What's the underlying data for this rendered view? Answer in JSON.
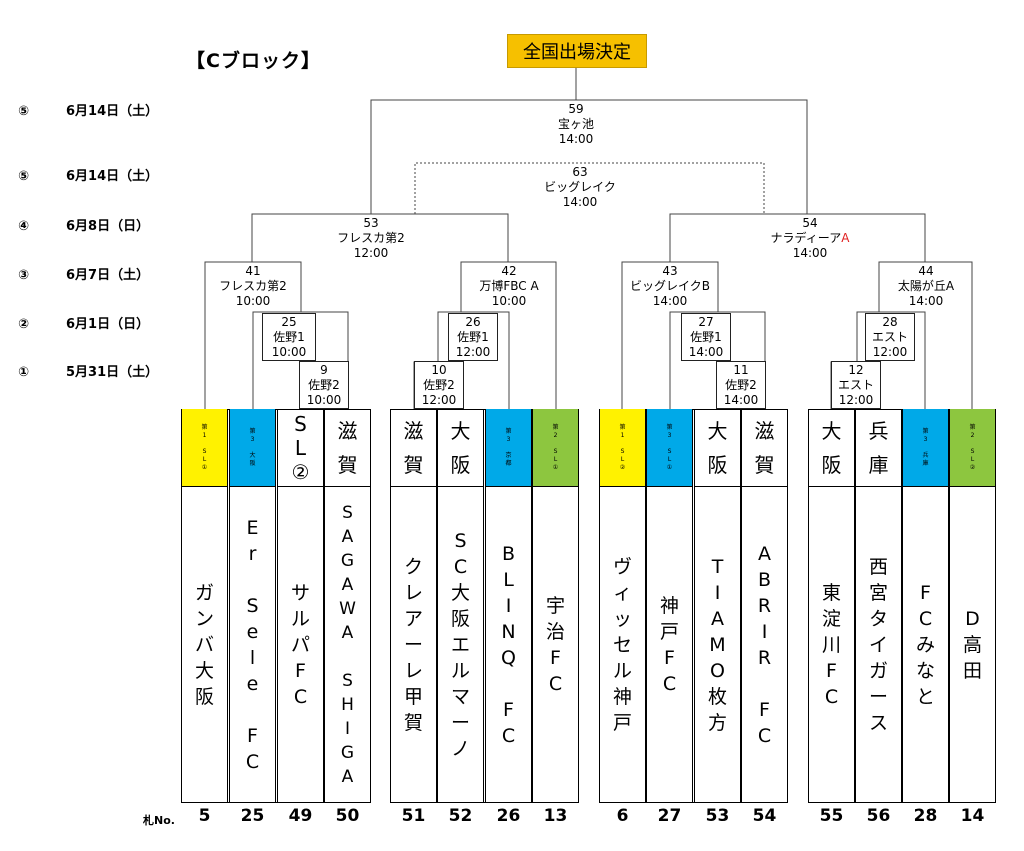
{
  "title": "【Cブロック】",
  "final_label": "全国出場決定",
  "dates": [
    {
      "num": "⑤",
      "label": "6月14日（土）"
    },
    {
      "num": "⑤",
      "label": "6月14日（土）"
    },
    {
      "num": "④",
      "label": "6月8日（日）"
    },
    {
      "num": "③",
      "label": "6月7日（土）"
    },
    {
      "num": "②",
      "label": "6月1日（日）"
    },
    {
      "num": "①",
      "label": "5月31日（土）"
    }
  ],
  "matches_open": [
    {
      "no": "59",
      "venue": "宝ヶ池",
      "time": "14:00"
    },
    {
      "no": "63",
      "venue": "ビッグレイク",
      "time": "14:00"
    },
    {
      "no": "53",
      "venue": "フレスカ第2",
      "time": "12:00"
    },
    {
      "no": "54",
      "venue": "ナラディーア",
      "venue_suffix": "A",
      "time": "14:00"
    },
    {
      "no": "41",
      "venue": "フレスカ第2",
      "time": "10:00"
    },
    {
      "no": "42",
      "venue": "万博FBC A",
      "time": "10:00"
    },
    {
      "no": "43",
      "venue": "ビッグレイクB",
      "time": "14:00"
    },
    {
      "no": "44",
      "venue": "太陽が丘A",
      "time": "14:00"
    }
  ],
  "matches_boxed": [
    {
      "no": "25",
      "venue": "佐野1",
      "time": "10:00"
    },
    {
      "no": "9",
      "venue": "佐野2",
      "time": "10:00"
    },
    {
      "no": "26",
      "venue": "佐野1",
      "time": "12:00"
    },
    {
      "no": "10",
      "venue": "佐野2",
      "time": "12:00"
    },
    {
      "no": "27",
      "venue": "佐野1",
      "time": "14:00"
    },
    {
      "no": "11",
      "venue": "佐野2",
      "time": "14:00"
    },
    {
      "no": "28",
      "venue": "エスト",
      "time": "12:00"
    },
    {
      "no": "12",
      "venue": "エスト",
      "time": "12:00"
    }
  ],
  "number_label": "札No.",
  "teams": [
    {
      "tag": "第\n1\n \nS\nL\n①",
      "name": "ガ\nン\nバ\n大\n阪",
      "number": "5",
      "color": "#fff200"
    },
    {
      "tag": "第\n3\n \n大\n阪",
      "name": "E\nr\n \nS\ne\nl\ne\n \nF\nC",
      "number": "25",
      "color": "#00a9e8"
    },
    {
      "tag": "S\nL\n②",
      "name": "サ\nル\nパ\nF\nC",
      "number": "49",
      "color": "#ffffff"
    },
    {
      "tag": "滋\n賀",
      "name": "S\nA\nG\nA\nW\nA\n \nS\nH\nI\nG\nA",
      "number": "50",
      "color": "#ffffff"
    },
    {
      "tag": "滋\n賀",
      "name": "ク\nレ\nア\nー\nレ\n甲\n賀",
      "number": "51",
      "color": "#ffffff"
    },
    {
      "tag": "大\n阪",
      "name": "S\nC\n大\n阪\nエ\nル\nマ\nー\nノ",
      "number": "52",
      "color": "#ffffff"
    },
    {
      "tag": "第\n3\n \n京\n都",
      "name": "B\nL\nI\nN\nQ\n \nF\nC",
      "number": "26",
      "color": "#00a9e8"
    },
    {
      "tag": "第\n2\n \nS\nL\n①",
      "name": "宇\n治\nF\nC",
      "number": "13",
      "color": "#8dc63f"
    },
    {
      "tag": "第\n1\n \nS\nL\n②",
      "name": "ヴ\nィ\nッ\nセ\nル\n神\n戸",
      "number": "6",
      "color": "#fff200"
    },
    {
      "tag": "第\n3\n \nS\nL\n①",
      "name": "神\n戸\nF\nC",
      "number": "27",
      "color": "#00a9e8"
    },
    {
      "tag": "大\n阪",
      "name": "T\nI\nA\nM\nO\n枚\n方",
      "number": "53",
      "color": "#ffffff"
    },
    {
      "tag": "滋\n賀",
      "name": "A\nB\nR\nI\nR\n \nF\nC",
      "number": "54",
      "color": "#ffffff"
    },
    {
      "tag": "大\n阪",
      "name": "東\n淀\n川\nF\nC",
      "number": "55",
      "color": "#ffffff"
    },
    {
      "tag": "兵\n庫",
      "name": "西\n宮\nタ\nイ\nガ\nー\nス",
      "number": "56",
      "color": "#ffffff"
    },
    {
      "tag": "第\n3\n \n兵\n庫",
      "name": "F\nC\nみ\nな\nと",
      "number": "28",
      "color": "#00a9e8"
    },
    {
      "tag": "第\n2\n \nS\nL\n②",
      "name": "D\n高\n田",
      "number": "14",
      "color": "#8dc63f"
    }
  ]
}
